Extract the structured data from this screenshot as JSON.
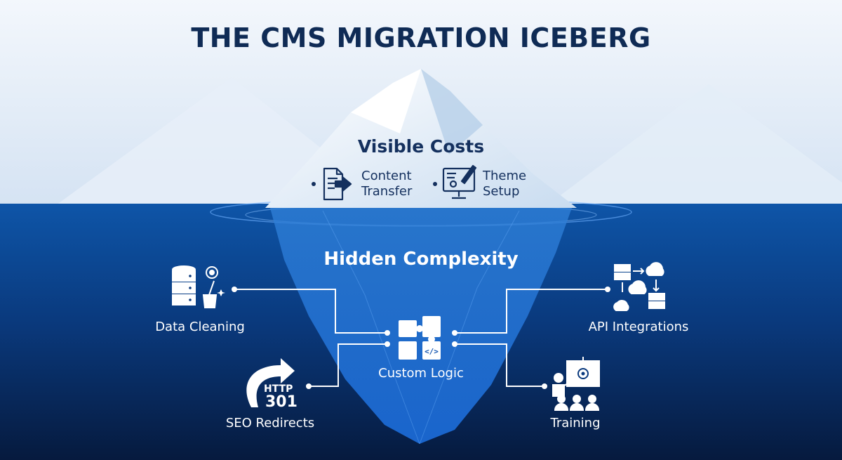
{
  "title": "THE CMS MIGRATION ICEBERG",
  "visible": {
    "heading": "Visible Costs",
    "items": [
      {
        "line1": "Content",
        "line2": "Transfer",
        "icon": "document-transfer-icon"
      },
      {
        "line1": "Theme",
        "line2": "Setup",
        "icon": "monitor-paintbrush-icon"
      }
    ]
  },
  "hidden": {
    "heading": "Hidden Complexity",
    "center": {
      "label": "Custom Logic",
      "icon": "puzzle-code-icon"
    },
    "items": [
      {
        "label": "Data Cleaning",
        "icon": "database-broom-icon"
      },
      {
        "label": "API Integrations",
        "icon": "cloud-server-sync-icon"
      },
      {
        "label": "SEO Redirects",
        "icon": "redirect-arrow-icon",
        "icon_text_top": "HTTP",
        "icon_text_bottom": "301"
      },
      {
        "label": "Training",
        "icon": "presenter-board-icon"
      }
    ]
  },
  "colors": {
    "title": "#0f2b55",
    "sky": "#dfeaf7",
    "water_top": "#0d4fa0",
    "water_deep": "#071c42",
    "connector": "#ffffff"
  }
}
